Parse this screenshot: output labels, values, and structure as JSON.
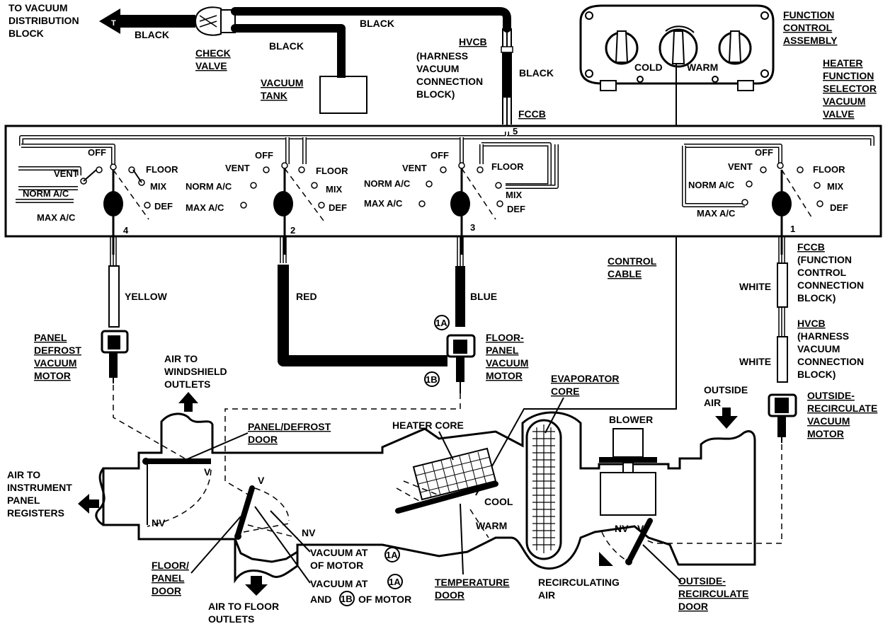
{
  "labels": {
    "to_vacuum_distribution_block": [
      "TO VACUUM",
      "DISTRIBUTION",
      "BLOCK"
    ],
    "black_1": "BLACK",
    "black_2": "BLACK",
    "black_3": "BLACK",
    "black_4": "BLACK",
    "check_valve": [
      "CHECK",
      "VALVE"
    ],
    "vacuum_tank": [
      "VACUUM",
      "TANK"
    ],
    "hvcb_top": [
      "HVCB",
      "(HARNESS",
      "VACUUM",
      "CONNECTION",
      "BLOCK)"
    ],
    "fccb_top": "FCCB",
    "port_5": "5",
    "cold": "COLD",
    "warm_knob": "WARM",
    "function_control_assembly": [
      "FUNCTION",
      "CONTROL",
      "ASSEMBLY"
    ],
    "heater_function_selector": [
      "HEATER",
      "FUNCTION",
      "SELECTOR",
      "VACUUM",
      "VALVE"
    ],
    "control_cable": [
      "CONTROL",
      "CABLE"
    ],
    "fccb_right": [
      "FCCB",
      "(FUNCTION",
      "CONTROL",
      "CONNECTION",
      "BLOCK)"
    ],
    "hvcb_right": [
      "HVCB",
      "(HARNESS",
      "VACUUM",
      "CONNECTION",
      "BLOCK)"
    ],
    "white_1": "WHITE",
    "white_2": "WHITE",
    "yellow": "YELLOW",
    "red": "RED",
    "blue": "BLUE",
    "panel_defrost_motor": [
      "PANEL",
      "DEFROST",
      "VACUUM",
      "MOTOR"
    ],
    "floor_panel_motor": [
      "FLOOR-",
      "PANEL",
      "VACUUM",
      "MOTOR"
    ],
    "outside_recirc_motor": [
      "OUTSIDE-",
      "RECIRCULATE",
      "VACUUM",
      "MOTOR"
    ],
    "port_1a": "1A",
    "port_1b": "1B",
    "air_to_windshield": [
      "AIR TO",
      "WINDSHIELD",
      "OUTLETS"
    ],
    "air_to_instrument": [
      "AIR TO",
      "INSTRUMENT",
      "PANEL",
      "REGISTERS"
    ],
    "panel_defrost_door": [
      "PANEL/DEFROST",
      "DOOR"
    ],
    "heater_core": "HEATER CORE",
    "evaporator_core": [
      "EVAPORATOR",
      "CORE"
    ],
    "blower": "BLOWER",
    "outside_air": [
      "OUTSIDE",
      "AIR"
    ],
    "cool": "COOL",
    "warm_door": "WARM",
    "v_1": "V",
    "nv_1": "NV",
    "v_2": "V",
    "nv_2": "NV",
    "v_3": "V",
    "nv_3": "NV",
    "vacuum_at_1a": [
      "VACUUM AT",
      "OF MOTOR"
    ],
    "vacuum_at_1a_1b": [
      "VACUUM AT",
      "AND",
      "OF MOTOR"
    ],
    "floor_panel_door": [
      "FLOOR/",
      "PANEL",
      "DOOR"
    ],
    "air_to_floor": [
      "AIR TO FLOOR",
      "OUTLETS"
    ],
    "temperature_door": [
      "TEMPERATURE",
      "DOOR"
    ],
    "recirculating_air": [
      "RECIRCULATING",
      "AIR"
    ],
    "outside_recirc_door": [
      "OUTSIDE-",
      "RECIRCULATE",
      "DOOR"
    ]
  },
  "valves": [
    {
      "port": "4",
      "off": "OFF",
      "vent": "VENT",
      "norm": "NORM A/C",
      "max": "MAX A/C",
      "floor": "FLOOR",
      "mix": "MIX",
      "def": "DEF"
    },
    {
      "port": "2",
      "off": "OFF",
      "vent": "VENT",
      "norm": "NORM A/C",
      "max": "MAX A/C",
      "floor": "FLOOR",
      "mix": "MIX",
      "def": "DEF"
    },
    {
      "port": "3",
      "off": "OFF",
      "vent": "VENT",
      "norm": "NORM A/C",
      "max": "MAX A/C",
      "floor": "FLOOR",
      "mix": "MIX",
      "def": "DEF"
    },
    {
      "port": "1",
      "off": "OFF",
      "vent": "VENT",
      "norm": "NORM A/C",
      "max": "MAX A/C",
      "floor": "FLOOR",
      "mix": "MIX",
      "def": "DEF"
    }
  ]
}
